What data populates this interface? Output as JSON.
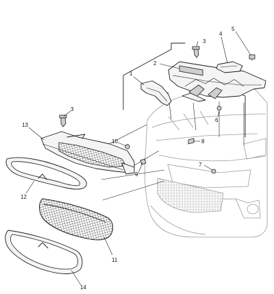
{
  "diagram": {
    "callouts": [
      {
        "key": "1",
        "label": "1"
      },
      {
        "key": "2",
        "label": "2"
      },
      {
        "key": "3a",
        "label": "3"
      },
      {
        "key": "4",
        "label": "4"
      },
      {
        "key": "5",
        "label": "5"
      },
      {
        "key": "3b",
        "label": "3"
      },
      {
        "key": "6",
        "label": "6"
      },
      {
        "key": "13",
        "label": "13"
      },
      {
        "key": "10",
        "label": "10"
      },
      {
        "key": "8",
        "label": "8"
      },
      {
        "key": "9",
        "label": "9"
      },
      {
        "key": "7",
        "label": "7"
      },
      {
        "key": "12",
        "label": "12"
      },
      {
        "key": "11",
        "label": "11"
      },
      {
        "key": "14",
        "label": "14"
      }
    ]
  }
}
